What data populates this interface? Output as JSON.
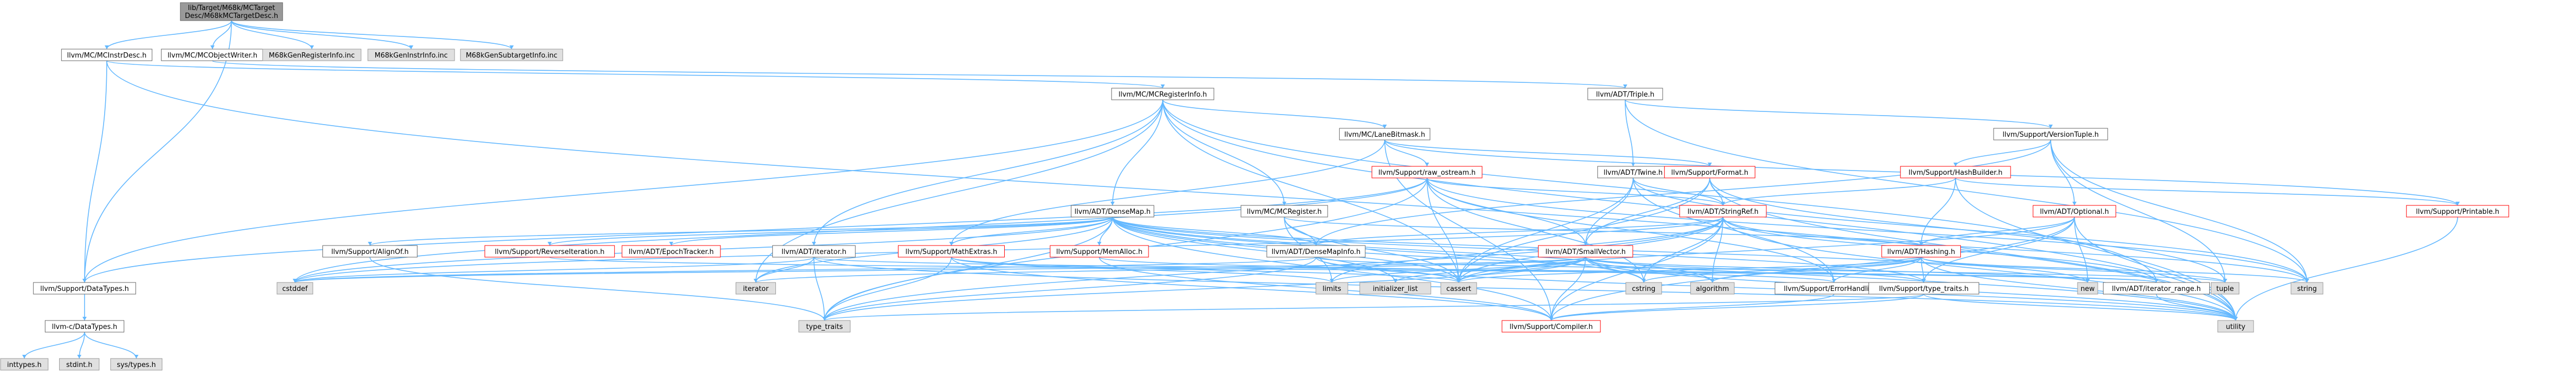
{
  "graph": {
    "nodes": [
      {
        "id": "root",
        "label": [
          "lib/Target/M68k/MCTarget",
          "Desc/M68kMCTargetDesc.h"
        ],
        "kind": "root"
      },
      {
        "id": "mcinstrdesc",
        "label": [
          "llvm/MC/MCInstrDesc.h"
        ],
        "kind": "normal"
      },
      {
        "id": "mcobjectwriter",
        "label": [
          "llvm/MC/MCObjectWriter.h"
        ],
        "kind": "normal"
      },
      {
        "id": "m68kreginfo",
        "label": [
          "M68kGenRegisterInfo.inc"
        ],
        "kind": "ext"
      },
      {
        "id": "m68kinstrinfo",
        "label": [
          "M68kGenInstrInfo.inc"
        ],
        "kind": "ext"
      },
      {
        "id": "m68ksubtarget",
        "label": [
          "M68kGenSubtargetInfo.inc"
        ],
        "kind": "ext"
      },
      {
        "id": "mcregisterinfo",
        "label": [
          "llvm/MC/MCRegisterInfo.h"
        ],
        "kind": "normal"
      },
      {
        "id": "adttriple",
        "label": [
          "llvm/ADT/Triple.h"
        ],
        "kind": "normal"
      },
      {
        "id": "lanebitmask",
        "label": [
          "llvm/MC/LaneBitmask.h"
        ],
        "kind": "normal"
      },
      {
        "id": "versiontuple",
        "label": [
          "llvm/Support/VersionTuple.h"
        ],
        "kind": "normal"
      },
      {
        "id": "rawostream",
        "label": [
          "llvm/Support/raw_ostream.h"
        ],
        "kind": "red"
      },
      {
        "id": "adttwine",
        "label": [
          "llvm/ADT/Twine.h"
        ],
        "kind": "normal"
      },
      {
        "id": "format",
        "label": [
          "llvm/Support/Format.h"
        ],
        "kind": "red"
      },
      {
        "id": "hashbuilder",
        "label": [
          "llvm/Support/HashBuilder.h"
        ],
        "kind": "red"
      },
      {
        "id": "densemap",
        "label": [
          "llvm/ADT/DenseMap.h"
        ],
        "kind": "normal"
      },
      {
        "id": "mcregister",
        "label": [
          "llvm/MC/MCRegister.h"
        ],
        "kind": "normal"
      },
      {
        "id": "stringref",
        "label": [
          "llvm/ADT/StringRef.h"
        ],
        "kind": "red"
      },
      {
        "id": "optional",
        "label": [
          "llvm/ADT/Optional.h"
        ],
        "kind": "red"
      },
      {
        "id": "printable",
        "label": [
          "llvm/Support/Printable.h"
        ],
        "kind": "red"
      },
      {
        "id": "alignof",
        "label": [
          "llvm/Support/AlignOf.h"
        ],
        "kind": "normal"
      },
      {
        "id": "reverseiteration",
        "label": [
          "llvm/Support/ReverseIteration.h"
        ],
        "kind": "red"
      },
      {
        "id": "epochtracker",
        "label": [
          "llvm/ADT/EpochTracker.h"
        ],
        "kind": "red"
      },
      {
        "id": "adtiterator",
        "label": [
          "llvm/ADT/iterator.h"
        ],
        "kind": "normal"
      },
      {
        "id": "mathextras",
        "label": [
          "llvm/Support/MathExtras.h"
        ],
        "kind": "red"
      },
      {
        "id": "memalloc",
        "label": [
          "llvm/Support/MemAlloc.h"
        ],
        "kind": "red"
      },
      {
        "id": "densemapinfo",
        "label": [
          "llvm/ADT/DenseMapInfo.h"
        ],
        "kind": "normal"
      },
      {
        "id": "smallvector",
        "label": [
          "llvm/ADT/SmallVector.h"
        ],
        "kind": "red"
      },
      {
        "id": "hashing",
        "label": [
          "llvm/ADT/Hashing.h"
        ],
        "kind": "red"
      },
      {
        "id": "datatypes",
        "label": [
          "llvm/Support/DataTypes.h"
        ],
        "kind": "normal"
      },
      {
        "id": "cstddef",
        "label": [
          "cstddef"
        ],
        "kind": "ext"
      },
      {
        "id": "iterator",
        "label": [
          "iterator"
        ],
        "kind": "ext"
      },
      {
        "id": "limits",
        "label": [
          "limits"
        ],
        "kind": "ext"
      },
      {
        "id": "initlist",
        "label": [
          "initializer_list"
        ],
        "kind": "ext"
      },
      {
        "id": "cassert",
        "label": [
          "cassert"
        ],
        "kind": "ext"
      },
      {
        "id": "cstring",
        "label": [
          "cstring"
        ],
        "kind": "ext"
      },
      {
        "id": "algorithm",
        "label": [
          "algorithm"
        ],
        "kind": "ext"
      },
      {
        "id": "errorhandling",
        "label": [
          "llvm/Support/ErrorHandling.h"
        ],
        "kind": "normal"
      },
      {
        "id": "typetraits",
        "label": [
          "llvm/Support/type_traits.h"
        ],
        "kind": "normal"
      },
      {
        "id": "new",
        "label": [
          "new"
        ],
        "kind": "ext"
      },
      {
        "id": "iteratorrange",
        "label": [
          "llvm/ADT/iterator_range.h"
        ],
        "kind": "normal"
      },
      {
        "id": "tuple",
        "label": [
          "tuple"
        ],
        "kind": "ext"
      },
      {
        "id": "string",
        "label": [
          "string"
        ],
        "kind": "ext"
      },
      {
        "id": "llvmcdatatypes",
        "label": [
          "llvm-c/DataTypes.h"
        ],
        "kind": "normal"
      },
      {
        "id": "type_traits",
        "label": [
          "type_traits"
        ],
        "kind": "ext"
      },
      {
        "id": "compiler",
        "label": [
          "llvm/Support/Compiler.h"
        ],
        "kind": "red"
      },
      {
        "id": "utility",
        "label": [
          "utility"
        ],
        "kind": "ext"
      },
      {
        "id": "inttypes",
        "label": [
          "inttypes.h"
        ],
        "kind": "ext"
      },
      {
        "id": "stdint",
        "label": [
          "stdint.h"
        ],
        "kind": "ext"
      },
      {
        "id": "systypes",
        "label": [
          "sys/types.h"
        ],
        "kind": "ext"
      }
    ],
    "edges": [
      [
        "root",
        "mcinstrdesc"
      ],
      [
        "root",
        "mcobjectwriter"
      ],
      [
        "root",
        "m68kreginfo"
      ],
      [
        "root",
        "m68kinstrinfo"
      ],
      [
        "root",
        "m68ksubtarget"
      ],
      [
        "root",
        "datatypes"
      ],
      [
        "mcinstrdesc",
        "mcregisterinfo"
      ],
      [
        "mcinstrdesc",
        "datatypes"
      ],
      [
        "mcinstrdesc",
        "utility"
      ],
      [
        "mcobjectwriter",
        "adttriple"
      ],
      [
        "mcobjectwriter",
        "cstdint"
      ],
      [
        "mcregisterinfo",
        "lanebitmask"
      ],
      [
        "mcregisterinfo",
        "densemap"
      ],
      [
        "mcregisterinfo",
        "mcregister"
      ],
      [
        "mcregisterinfo",
        "adtiterator"
      ],
      [
        "mcregisterinfo",
        "cassert"
      ],
      [
        "mcregisterinfo",
        "cstdint"
      ],
      [
        "mcregisterinfo",
        "iterator"
      ],
      [
        "mcregisterinfo",
        "iteratorrange"
      ],
      [
        "mcregisterinfo",
        "utility"
      ],
      [
        "mcregisterinfo",
        "datatypes"
      ],
      [
        "adttriple",
        "adttwine"
      ],
      [
        "adttriple",
        "versiontuple"
      ],
      [
        "adttriple",
        "string"
      ],
      [
        "lanebitmask",
        "rawostream"
      ],
      [
        "lanebitmask",
        "mathextras"
      ],
      [
        "lanebitmask",
        "compiler"
      ],
      [
        "lanebitmask",
        "format"
      ],
      [
        "lanebitmask",
        "printable"
      ],
      [
        "versiontuple",
        "hashbuilder"
      ],
      [
        "versiontuple",
        "optional"
      ],
      [
        "versiontuple",
        "densemapinfo"
      ],
      [
        "versiontuple",
        "string"
      ],
      [
        "versiontuple",
        "tuple"
      ],
      [
        "rawostream",
        "stringref"
      ],
      [
        "rawostream",
        "datatypes"
      ],
      [
        "rawostream",
        "cassert"
      ],
      [
        "rawostream",
        "cstddef"
      ],
      [
        "rawostream",
        "cstdint"
      ],
      [
        "rawostream",
        "cstring"
      ],
      [
        "rawostream",
        "string"
      ],
      [
        "rawostream",
        "type_traits"
      ],
      [
        "rawostream",
        "errorhandling"
      ],
      [
        "rawostream",
        "smallvector"
      ],
      [
        "adttwine",
        "stringref"
      ],
      [
        "adttwine",
        "smallvector"
      ],
      [
        "adttwine",
        "errorhandling"
      ],
      [
        "adttwine",
        "cassert"
      ],
      [
        "adttwine",
        "cstdint"
      ],
      [
        "adttwine",
        "string"
      ],
      [
        "format",
        "stringref"
      ],
      [
        "format",
        "smallvector"
      ],
      [
        "format",
        "cassert"
      ],
      [
        "format",
        "cstdio"
      ],
      [
        "format",
        "tuple"
      ],
      [
        "format",
        "utility"
      ],
      [
        "hashbuilder",
        "hashing"
      ],
      [
        "hashbuilder",
        "stringref"
      ],
      [
        "hashbuilder",
        "utility"
      ],
      [
        "hashbuilder",
        "printable"
      ],
      [
        "densemap",
        "alignof"
      ],
      [
        "densemap",
        "reverseiteration"
      ],
      [
        "densemap",
        "epochtracker"
      ],
      [
        "densemap",
        "mathextras"
      ],
      [
        "densemap",
        "memalloc"
      ],
      [
        "densemap",
        "densemapinfo"
      ],
      [
        "densemap",
        "typetraits"
      ],
      [
        "densemap",
        "algorithm"
      ],
      [
        "densemap",
        "cassert"
      ],
      [
        "densemap",
        "cstddef"
      ],
      [
        "densemap",
        "cstring"
      ],
      [
        "densemap",
        "initlist"
      ],
      [
        "densemap",
        "iterator"
      ],
      [
        "densemap",
        "new"
      ],
      [
        "densemap",
        "utility"
      ],
      [
        "densemap",
        "type_traits"
      ],
      [
        "densemap",
        "compiler"
      ],
      [
        "mcregister",
        "densemapinfo"
      ],
      [
        "mcregister",
        "hashing"
      ],
      [
        "mcregister",
        "cassert"
      ],
      [
        "mcregister",
        "limits"
      ],
      [
        "stringref",
        "densemapinfo"
      ],
      [
        "stringref",
        "iteratorrange"
      ],
      [
        "stringref",
        "compiler"
      ],
      [
        "stringref",
        "algorithm"
      ],
      [
        "stringref",
        "cassert"
      ],
      [
        "stringref",
        "cstddef"
      ],
      [
        "stringref",
        "cstring"
      ],
      [
        "stringref",
        "limits"
      ],
      [
        "stringref",
        "string"
      ],
      [
        "stringref",
        "type_traits"
      ],
      [
        "stringref",
        "utility"
      ],
      [
        "optional",
        "hashing"
      ],
      [
        "optional",
        "typetraits"
      ],
      [
        "optional",
        "compiler"
      ],
      [
        "optional",
        "cassert"
      ],
      [
        "optional",
        "new"
      ],
      [
        "optional",
        "utility"
      ],
      [
        "printable",
        "utility"
      ],
      [
        "alignof",
        "type_traits"
      ],
      [
        "reverseiteration",
        "iteratorrange"
      ],
      [
        "adtiterator",
        "iteratorrange"
      ],
      [
        "adtiterator",
        "cstddef"
      ],
      [
        "adtiterator",
        "iterator"
      ],
      [
        "adtiterator",
        "type_traits"
      ],
      [
        "adtiterator",
        "utility"
      ],
      [
        "mathextras",
        "compiler"
      ],
      [
        "mathextras",
        "cassert"
      ],
      [
        "mathextras",
        "limits"
      ],
      [
        "mathextras",
        "type_traits"
      ],
      [
        "memalloc",
        "compiler"
      ],
      [
        "memalloc",
        "errorhandling"
      ],
      [
        "densemapinfo",
        "cassert"
      ],
      [
        "densemapinfo",
        "cstddef"
      ],
      [
        "densemapinfo",
        "cstdint"
      ],
      [
        "densemapinfo",
        "tuple"
      ],
      [
        "densemapinfo",
        "type_traits"
      ],
      [
        "densemapinfo",
        "utility"
      ],
      [
        "smallvector",
        "typetraits"
      ],
      [
        "smallvector",
        "compiler"
      ],
      [
        "smallvector",
        "algorithm"
      ],
      [
        "smallvector",
        "cassert"
      ],
      [
        "smallvector",
        "cstddef"
      ],
      [
        "smallvector",
        "cstring"
      ],
      [
        "smallvector",
        "initlist"
      ],
      [
        "smallvector",
        "iterator"
      ],
      [
        "smallvector",
        "limits"
      ],
      [
        "smallvector",
        "new"
      ],
      [
        "smallvector",
        "type_traits"
      ],
      [
        "smallvector",
        "utility"
      ],
      [
        "hashing",
        "errorhandling"
      ],
      [
        "hashing",
        "typetraits"
      ],
      [
        "hashing",
        "algorithm"
      ],
      [
        "hashing",
        "cassert"
      ],
      [
        "hashing",
        "cstring"
      ],
      [
        "hashing",
        "string"
      ],
      [
        "hashing",
        "tuple"
      ],
      [
        "hashing",
        "utility"
      ],
      [
        "errorhandling",
        "compiler"
      ],
      [
        "typetraits",
        "compiler"
      ],
      [
        "typetraits",
        "type_traits"
      ],
      [
        "typetraits",
        "utility"
      ],
      [
        "iteratorrange",
        "utility"
      ],
      [
        "datatypes",
        "llvmcdatatypes"
      ],
      [
        "llvmcdatatypes",
        "inttypes"
      ],
      [
        "llvmcdatatypes",
        "stdint"
      ],
      [
        "llvmcdatatypes",
        "systypes"
      ]
    ]
  }
}
